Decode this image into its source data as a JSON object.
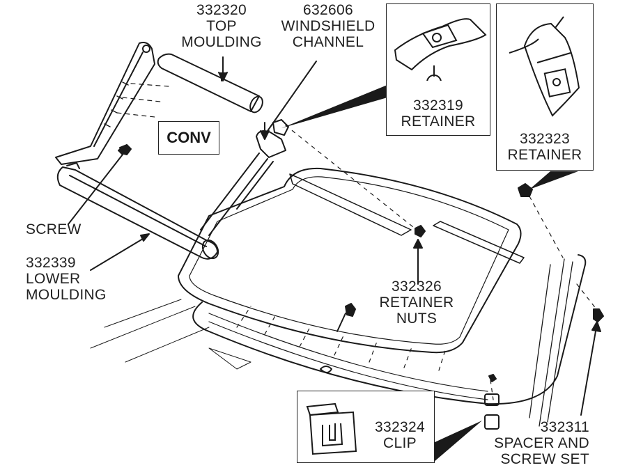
{
  "diagram": {
    "title": "Windshield Moulding Parts Diagram",
    "badge": "CONV",
    "callouts": [
      {
        "part_number": "332320",
        "name_lines": [
          "TOP",
          "MOULDING"
        ]
      },
      {
        "part_number": "632606",
        "name_lines": [
          "WINDSHIELD",
          "CHANNEL"
        ]
      },
      {
        "part_number": "332319",
        "name_lines": [
          "RETAINER"
        ]
      },
      {
        "part_number": "332323",
        "name_lines": [
          "RETAINER"
        ]
      },
      {
        "part_number": "",
        "name_lines": [
          "SCREW"
        ]
      },
      {
        "part_number": "332339",
        "name_lines": [
          "LOWER",
          "MOULDING"
        ]
      },
      {
        "part_number": "332326",
        "name_lines": [
          "RETAINER",
          "NUTS"
        ]
      },
      {
        "part_number": "332324",
        "name_lines": [
          "CLIP"
        ]
      },
      {
        "part_number": "332311",
        "name_lines": [
          "SPACER AND",
          "SCREW SET"
        ]
      }
    ]
  }
}
